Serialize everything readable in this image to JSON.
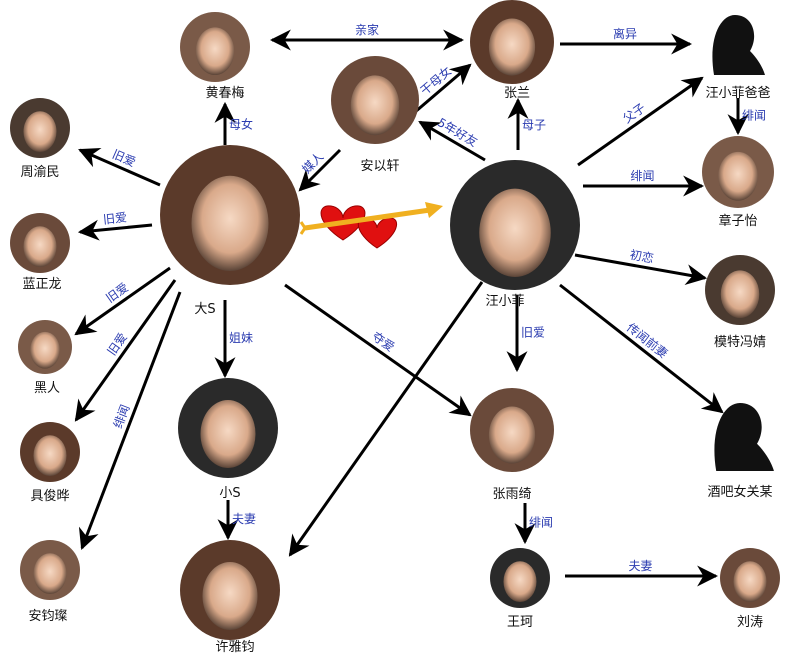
{
  "nodes": [
    {
      "id": "huang",
      "name": "黄春梅"
    },
    {
      "id": "zhanglan",
      "name": "张兰"
    },
    {
      "id": "dad",
      "name": "汪小菲爸爸",
      "silhouette": true
    },
    {
      "id": "anyixuan",
      "name": "安以轩"
    },
    {
      "id": "zhouyumin",
      "name": "周渝民"
    },
    {
      "id": "zhangziyi",
      "name": "章子怡"
    },
    {
      "id": "bigs",
      "name": "大S"
    },
    {
      "id": "wang",
      "name": "汪小菲"
    },
    {
      "id": "lan",
      "name": "蓝正龙"
    },
    {
      "id": "feng",
      "name": "模特冯婧"
    },
    {
      "id": "heiren",
      "name": "黑人"
    },
    {
      "id": "ju",
      "name": "具俊晔"
    },
    {
      "id": "smalls",
      "name": "小S"
    },
    {
      "id": "zhangyuqi",
      "name": "张雨绮"
    },
    {
      "id": "bar",
      "name": "酒吧女关某",
      "silhouette": true
    },
    {
      "id": "anjuncan",
      "name": "安钧璨"
    },
    {
      "id": "xu",
      "name": "许雅钧"
    },
    {
      "id": "wangke",
      "name": "王珂"
    },
    {
      "id": "liutao",
      "name": "刘涛"
    }
  ],
  "edges": [
    {
      "from": "huang",
      "to": "zhanglan",
      "label": "亲家",
      "both": true
    },
    {
      "from": "zhanglan",
      "to": "dad",
      "label": "离异"
    },
    {
      "from": "anyixuan",
      "to": "zhanglan",
      "label": "干母女"
    },
    {
      "from": "wang",
      "to": "anyixuan",
      "label": "5年好友"
    },
    {
      "from": "wang",
      "to": "zhanglan",
      "label": "母子"
    },
    {
      "from": "wang",
      "to": "dad",
      "label": "父子"
    },
    {
      "from": "dad",
      "to": "zhangziyi",
      "label": "绯闻"
    },
    {
      "from": "wang",
      "to": "zhangziyi",
      "label": "绯闻"
    },
    {
      "from": "wang",
      "to": "feng",
      "label": "初恋"
    },
    {
      "from": "wang",
      "to": "bar",
      "label": "传闻前妻"
    },
    {
      "from": "wang",
      "to": "zhangyuqi",
      "label": "旧爱"
    },
    {
      "from": "wang",
      "to": "xu",
      "label": ""
    },
    {
      "from": "bigs",
      "to": "zhangyuqi",
      "label": "夺爱"
    },
    {
      "from": "anyixuan",
      "to": "bigs",
      "label": "媒人"
    },
    {
      "from": "bigs",
      "to": "huang",
      "label": "母女"
    },
    {
      "from": "bigs",
      "to": "zhouyumin",
      "label": "旧爱"
    },
    {
      "from": "bigs",
      "to": "lan",
      "label": "旧爱"
    },
    {
      "from": "bigs",
      "to": "heiren",
      "label": "旧爱"
    },
    {
      "from": "bigs",
      "to": "ju",
      "label": "旧爱"
    },
    {
      "from": "bigs",
      "to": "anjuncan",
      "label": "绯闻"
    },
    {
      "from": "bigs",
      "to": "smalls",
      "label": "姐妹"
    },
    {
      "from": "smalls",
      "to": "xu",
      "label": "夫妻"
    },
    {
      "from": "zhangyuqi",
      "to": "wangke",
      "label": "绯闻"
    },
    {
      "from": "wangke",
      "to": "liutao",
      "label": "夫妻"
    }
  ],
  "colors": {
    "label": "#2b3cb0",
    "line": "#000000",
    "heart": "#e01010",
    "arrow": "#f0b020"
  }
}
